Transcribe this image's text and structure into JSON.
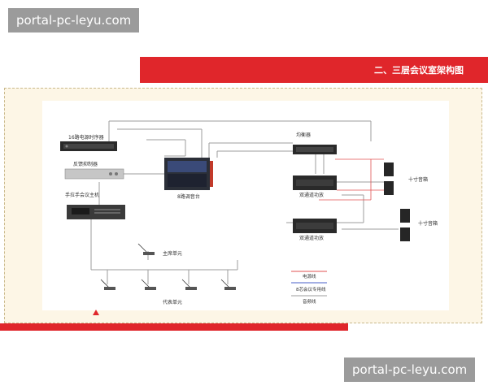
{
  "watermark": {
    "top": "portal-pc-leyu.com",
    "bottom": "portal-pc-leyu.com"
  },
  "banner": {
    "title": "二、三层会议室架构图"
  },
  "diagram": {
    "devices": {
      "power_sequencer": "16路电源时序器",
      "equalizer": "均衡器",
      "feedback_suppressor": "反馈抑制器",
      "mixer": "8路调音台",
      "conference_host": "手拉手会议主机",
      "amp1": "双通道功放",
      "amp2": "双通道功放",
      "speakers1": "十寸音箱",
      "speakers2": "十寸音箱",
      "chair_mic": "主席单元",
      "delegate_mics": "代表单元"
    },
    "legend": {
      "power_line": "电源线",
      "conference_line": "8芯会议专用线",
      "audio_line": "音频线"
    }
  },
  "colors": {
    "accent_red": "#e0262b",
    "panel_bg": "#fdf6e6",
    "power_line": "#e05050",
    "conference_line": "#4a5fc8",
    "audio_line": "#9e9e9e"
  }
}
